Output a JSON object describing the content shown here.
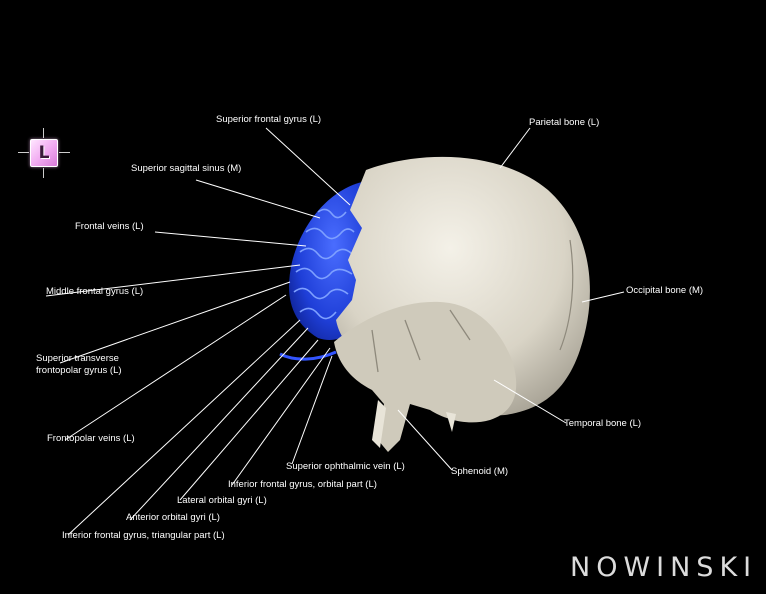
{
  "orientation": {
    "letter": "L"
  },
  "brand": {
    "text": "NOWINSKI"
  },
  "labels": {
    "superior_frontal_gyrus": "Superior frontal gyrus (L)",
    "superior_sagittal_sinus": "Superior sagittal sinus (M)",
    "frontal_veins": "Frontal veins (L)",
    "middle_frontal_gyrus": "Middle frontal gyrus (L)",
    "superior_transverse_frontopolar_gyrus": "Superior transverse frontopolar gyrus (L)",
    "frontopolar_veins": "Frontopolar veins (L)",
    "inferior_frontal_gyrus_triangular": "Inferior frontal gyrus, triangular part (L)",
    "anterior_orbital_gyri": "Anterior orbital gyri (L)",
    "lateral_orbital_gyri": "Lateral orbital gyri (L)",
    "inferior_frontal_gyrus_orbital": "Inferior frontal gyrus, orbital part (L)",
    "superior_ophthalmic_vein": "Superior ophthalmic vein (L)",
    "sphenoid": "Sphenoid (M)",
    "temporal_bone": "Temporal bone (L)",
    "occipital_bone": "Occipital bone (M)",
    "parietal_bone": "Parietal bone (L)"
  },
  "colors": {
    "background": "#000000",
    "bone": "#e6e2d6",
    "brain_blue": "#1f3fd8",
    "leader_line": "#ffffff"
  }
}
